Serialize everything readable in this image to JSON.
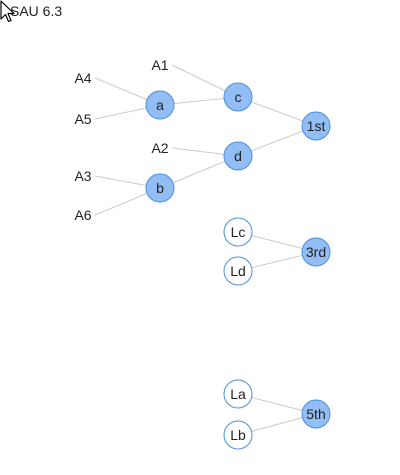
{
  "title": "SAU 6.3",
  "colors": {
    "filled_node": "#93bdf5",
    "filled_stroke": "#4a90e2",
    "empty_node": "#ffffff",
    "empty_stroke": "#4a90e2",
    "edge": "#cccccc",
    "text": "#222222"
  },
  "cursor_icon": "arrow-cursor-icon",
  "labels": [
    {
      "id": "A1",
      "text": "A1"
    },
    {
      "id": "A4",
      "text": "A4"
    },
    {
      "id": "A5",
      "text": "A5"
    },
    {
      "id": "A2",
      "text": "A2"
    },
    {
      "id": "A3",
      "text": "A3"
    },
    {
      "id": "A6",
      "text": "A6"
    }
  ],
  "nodes": [
    {
      "id": "a",
      "text": "a",
      "filled": true
    },
    {
      "id": "b",
      "text": "b",
      "filled": true
    },
    {
      "id": "c",
      "text": "c",
      "filled": true
    },
    {
      "id": "d",
      "text": "d",
      "filled": true
    },
    {
      "id": "1st",
      "text": "1st",
      "filled": true
    },
    {
      "id": "Lc",
      "text": "Lc",
      "filled": false
    },
    {
      "id": "Ld",
      "text": "Ld",
      "filled": false
    },
    {
      "id": "3rd",
      "text": "3rd",
      "filled": true
    },
    {
      "id": "La",
      "text": "La",
      "filled": false
    },
    {
      "id": "Lb",
      "text": "Lb",
      "filled": false
    },
    {
      "id": "5th",
      "text": "5th",
      "filled": true
    }
  ],
  "edges": [
    {
      "from": "A4",
      "to": "a"
    },
    {
      "from": "A5",
      "to": "a"
    },
    {
      "from": "a",
      "to": "c"
    },
    {
      "from": "A1",
      "to": "c"
    },
    {
      "from": "A2",
      "to": "d"
    },
    {
      "from": "A3",
      "to": "b"
    },
    {
      "from": "A6",
      "to": "b"
    },
    {
      "from": "b",
      "to": "d"
    },
    {
      "from": "c",
      "to": "1st"
    },
    {
      "from": "d",
      "to": "1st"
    },
    {
      "from": "Lc",
      "to": "3rd"
    },
    {
      "from": "Ld",
      "to": "3rd"
    },
    {
      "from": "La",
      "to": "5th"
    },
    {
      "from": "Lb",
      "to": "5th"
    }
  ]
}
